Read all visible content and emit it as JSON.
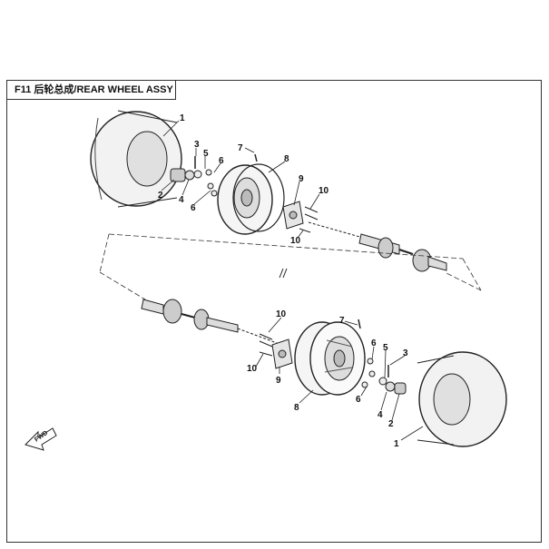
{
  "title": "F11 后轮总成/REAR WHEEL ASSY",
  "fwd_label": "FWD",
  "callouts": {
    "tire": "1",
    "hub_cap": "2",
    "cotter_pin": "3",
    "castle_nut": "4",
    "washer": "5",
    "lug_nut": "6",
    "valve": "7",
    "rim": "8",
    "hub": "9",
    "bolt": "10"
  }
}
